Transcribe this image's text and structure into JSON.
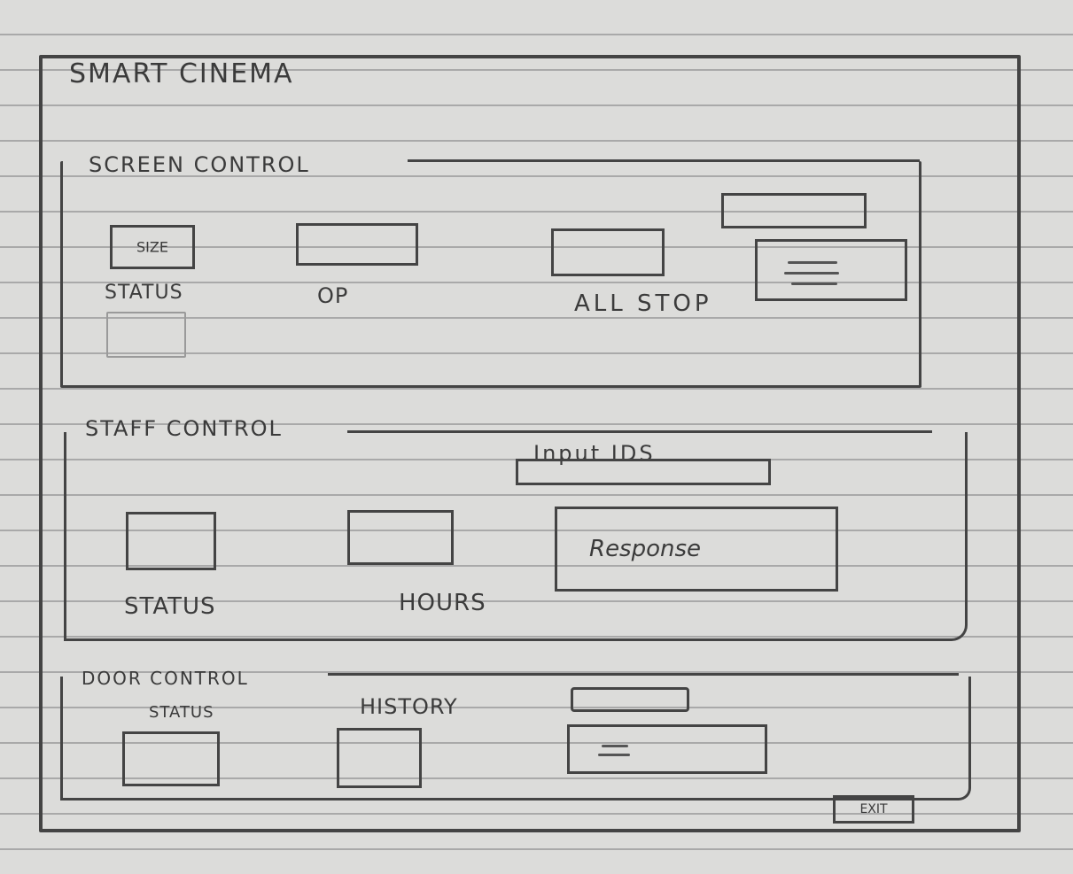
{
  "app": {
    "title": "SMART CINEMA"
  },
  "screen_control": {
    "title": "SCREEN CONTROL",
    "size_button_label": "SIZE",
    "status_label": "STATUS",
    "op_label": "OP",
    "all_stop_label": "ALL STOP"
  },
  "staff_control": {
    "title": "STAFF CONTROL",
    "input_ids_label": "Input IDS",
    "status_label": "STATUS",
    "hours_label": "HOURS",
    "response_label": "Response"
  },
  "door_control": {
    "title": "DOOR CONTROL",
    "status_label": "STATUS",
    "history_label": "HISTORY"
  },
  "footer": {
    "exit_label": "EXIT"
  },
  "colors": {
    "paper": "#dcdcda",
    "ruled_line": "#a9a9a9",
    "pencil": "#444444"
  }
}
